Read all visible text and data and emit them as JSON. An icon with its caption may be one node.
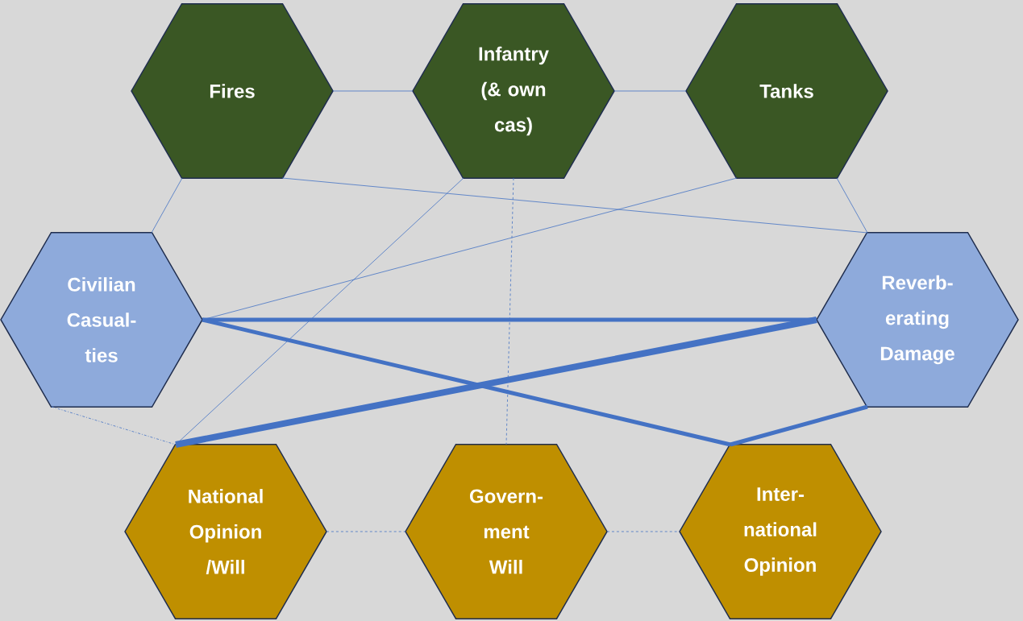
{
  "diagram": {
    "nodes": [
      {
        "text": [
          "Fires"
        ]
      },
      {
        "text": [
          "Infantry (& own cas)"
        ]
      },
      {
        "text": [
          "Tanks"
        ]
      },
      {
        "text": [
          "Civilian Casual- ties"
        ]
      },
      {
        "text": [
          "Reverb- erating Damage"
        ]
      },
      {
        "text": [
          "National Opinion /Will"
        ]
      },
      {
        "text": [
          "Govern- ment Will"
        ]
      },
      {
        "text": [
          "Inter- national Opinion"
        ]
      }
    ],
    "edges": [
      {
        "from": 0,
        "to": 1,
        "arrow": "none"
      },
      {
        "from": 1,
        "to": 2,
        "arrow": "none"
      },
      {
        "from": 0,
        "to": 3,
        "arrow": "none"
      },
      {
        "from": 0,
        "to": 4,
        "arrow": "none"
      },
      {
        "from": 2,
        "to": 4,
        "arrow": "none"
      },
      {
        "from": 2,
        "to": 3,
        "arrow": "none"
      },
      {
        "from": 1,
        "to": 5,
        "arrow": "none"
      },
      {
        "from": 1,
        "to": 6,
        "arrow": "none",
        "style": "dashed"
      },
      {
        "from": 3,
        "to": 4,
        "arrow": "none",
        "style": "thick"
      },
      {
        "from": 3,
        "to": 7,
        "arrow": "none",
        "style": "thick"
      },
      {
        "from": 5,
        "to": 4,
        "arrow": "none",
        "style": "thick"
      },
      {
        "from": 7,
        "to": 4,
        "arrow": "none",
        "style": "thick"
      },
      {
        "from": 3,
        "to": 5,
        "arrow": "none",
        "style": "dashed"
      },
      {
        "from": 5,
        "to": 6,
        "arrow": "none",
        "style": "dashed"
      },
      {
        "from": 6,
        "to": 7,
        "arrow": "none",
        "style": "dashed"
      }
    ]
  }
}
